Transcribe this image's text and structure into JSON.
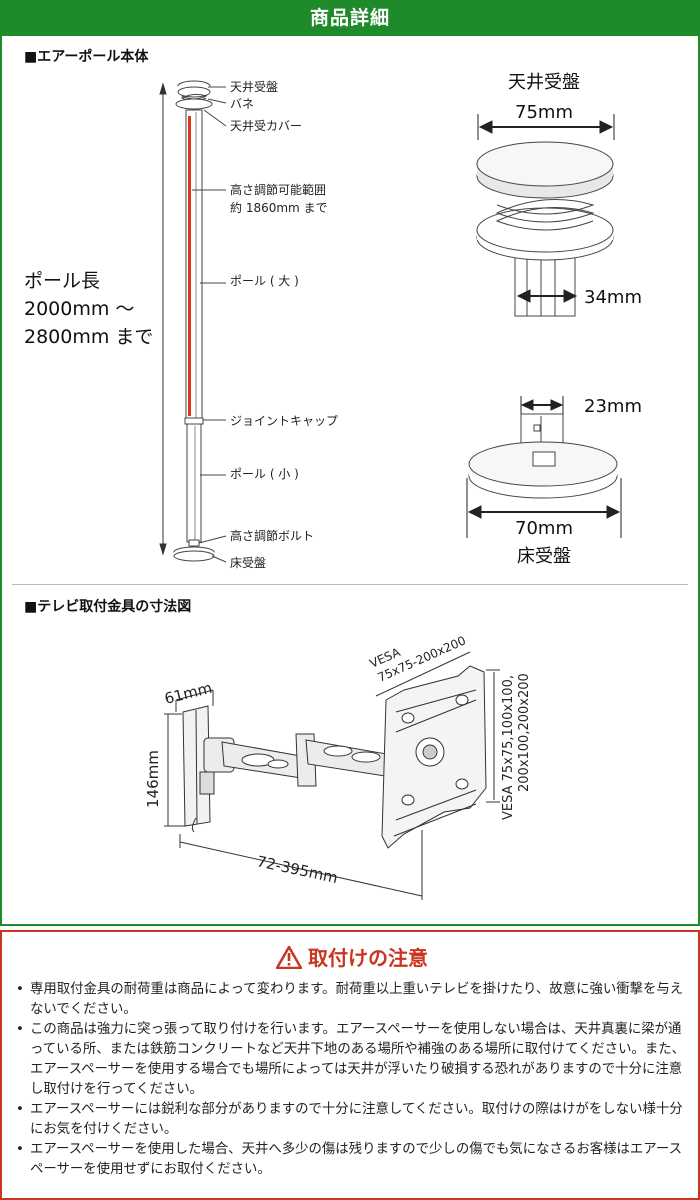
{
  "header": {
    "title": "商品詳細"
  },
  "pole_section": {
    "title": "■エアーポール本体",
    "labels": {
      "ceiling_plate": "天井受盤",
      "spring": "バネ",
      "ceiling_cover": "天井受カバー",
      "height_range_1": "高さ調節可能範囲",
      "height_range_2": "約 1860mm まで",
      "pole_large": "ポール ( 大 )",
      "joint_cap": "ジョイントキャップ",
      "pole_small": "ポール ( 小 )",
      "height_bolt": "高さ調節ボルト",
      "floor_plate": "床受盤"
    },
    "pole_length": [
      "ポール長",
      "2000mm ～",
      "2800mm まで"
    ],
    "ceiling_detail": {
      "title": "天井受盤",
      "diameter": "75mm",
      "pole_width": "34mm"
    },
    "floor_detail": {
      "title": "床受盤",
      "diameter": "70mm",
      "pole_width": "23mm"
    }
  },
  "mount_section": {
    "title": "■テレビ取付金具の寸法図",
    "dims": {
      "depth": "61mm",
      "height": "146mm",
      "extension": "72-395mm",
      "vesa_top_1": "VESA",
      "vesa_top_2": "75x75-200x200",
      "vesa_side_1": "VESA 75x75,100x100,",
      "vesa_side_2": "200x100,200x200"
    }
  },
  "caution": {
    "title": "取付けの注意",
    "items": [
      "専用取付金具の耐荷重は商品によって変わります。耐荷重以上重いテレビを掛けたり、故意に強い衝撃を与えないでください。",
      "この商品は強力に突っ張って取り付けを行います。エアースペーサーを使用しない場合は、天井真裏に梁が通っている所、または鉄筋コンクリートなど天井下地のある場所や補強のある場所に取付けてください。また、エアースペーサーを使用する場合でも場所によっては天井が浮いたり破損する恐れがありますので十分に注意し取付けを行ってください。",
      "エアースペーサーには鋭利な部分がありますので十分に注意してください。取付けの際はけがをしない様十分にお気を付けください。",
      "エアースペーサーを使用した場合、天井へ多少の傷は残りますので少しの傷でも気になさるお客様はエアースペーサーを使用せずにお取付ください。"
    ]
  },
  "colors": {
    "header_green": "#1e8a2a",
    "caution_red": "#c9361f",
    "range_red": "#e0341c"
  }
}
